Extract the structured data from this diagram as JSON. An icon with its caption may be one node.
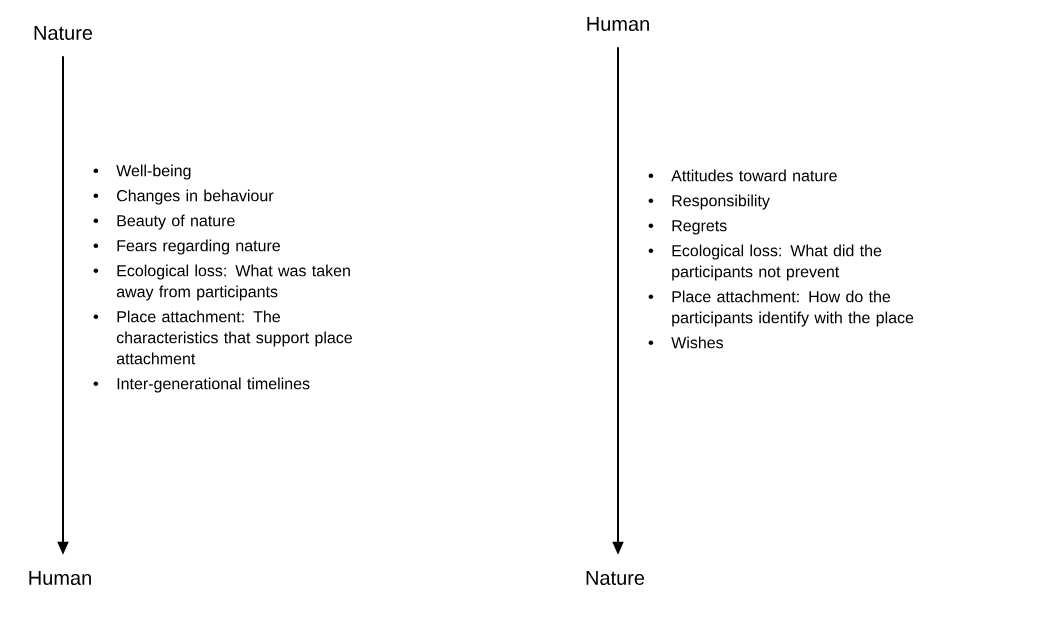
{
  "diagram": {
    "nodes": [
      {
        "text": [
          "Nature"
        ]
      },
      {
        "text": [
          "Human"
        ]
      },
      {
        "text": [
          "Human"
        ]
      },
      {
        "text": [
          "Nature"
        ]
      }
    ],
    "edges": [
      {
        "from": 0,
        "to": 1,
        "arrow": "to"
      },
      {
        "from": 2,
        "to": 3,
        "arrow": "to"
      }
    ],
    "labels": [
      "Well-being",
      "Changes in behaviour",
      "Beauty of nature",
      "Fears regarding nature",
      "Ecological loss: What was taken away from participants",
      "Place attachment: The characteristics that support place attachment",
      "Inter-generational timelines",
      "Attitudes toward nature",
      "Responsibility",
      "Regrets",
      "Ecological loss: What did the participants not prevent",
      "Place attachment: How do the participants identify with the place",
      "Wishes"
    ]
  }
}
